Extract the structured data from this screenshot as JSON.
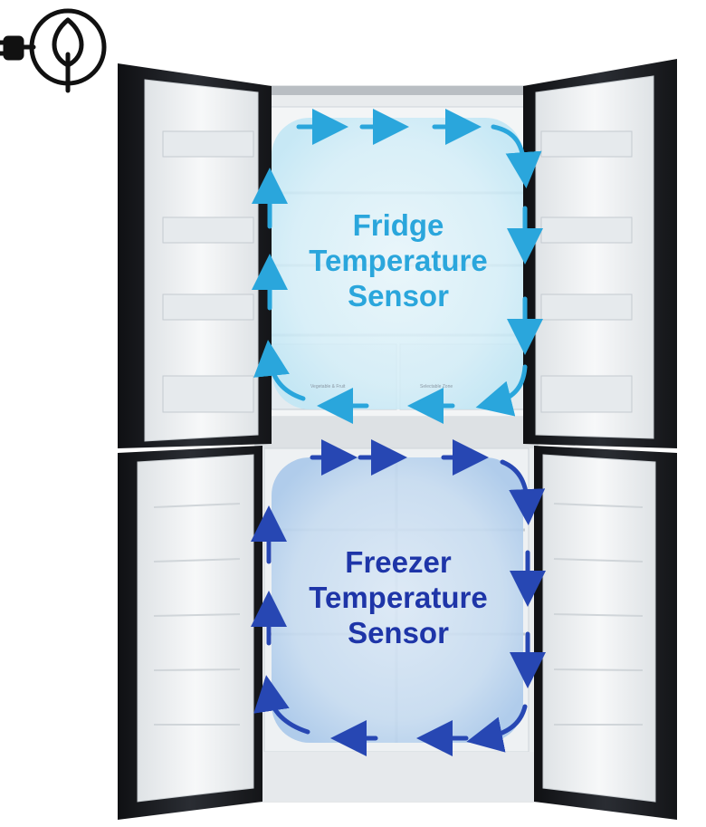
{
  "eco_icon": {
    "name": "eco-plug-leaf-icon",
    "color": "#111111"
  },
  "fridge_sensor": {
    "lines": [
      "Fridge",
      "Temperature",
      "Sensor"
    ],
    "color": "#2aa6dc",
    "glow": "#bfe9fb"
  },
  "freezer_sensor": {
    "lines": [
      "Freezer",
      "Temperature",
      "Sensor"
    ],
    "color": "#1e35a8",
    "glow": "#9cc3ea"
  },
  "crisper_tags": {
    "left": "Vegetable & Fruit",
    "right": "Selectable Zone"
  },
  "colors": {
    "door_frame": "#1b1d21",
    "liner": "#eef1f3",
    "fridge_arrow": "#2aa6dc",
    "freezer_arrow": "#2747b3"
  }
}
